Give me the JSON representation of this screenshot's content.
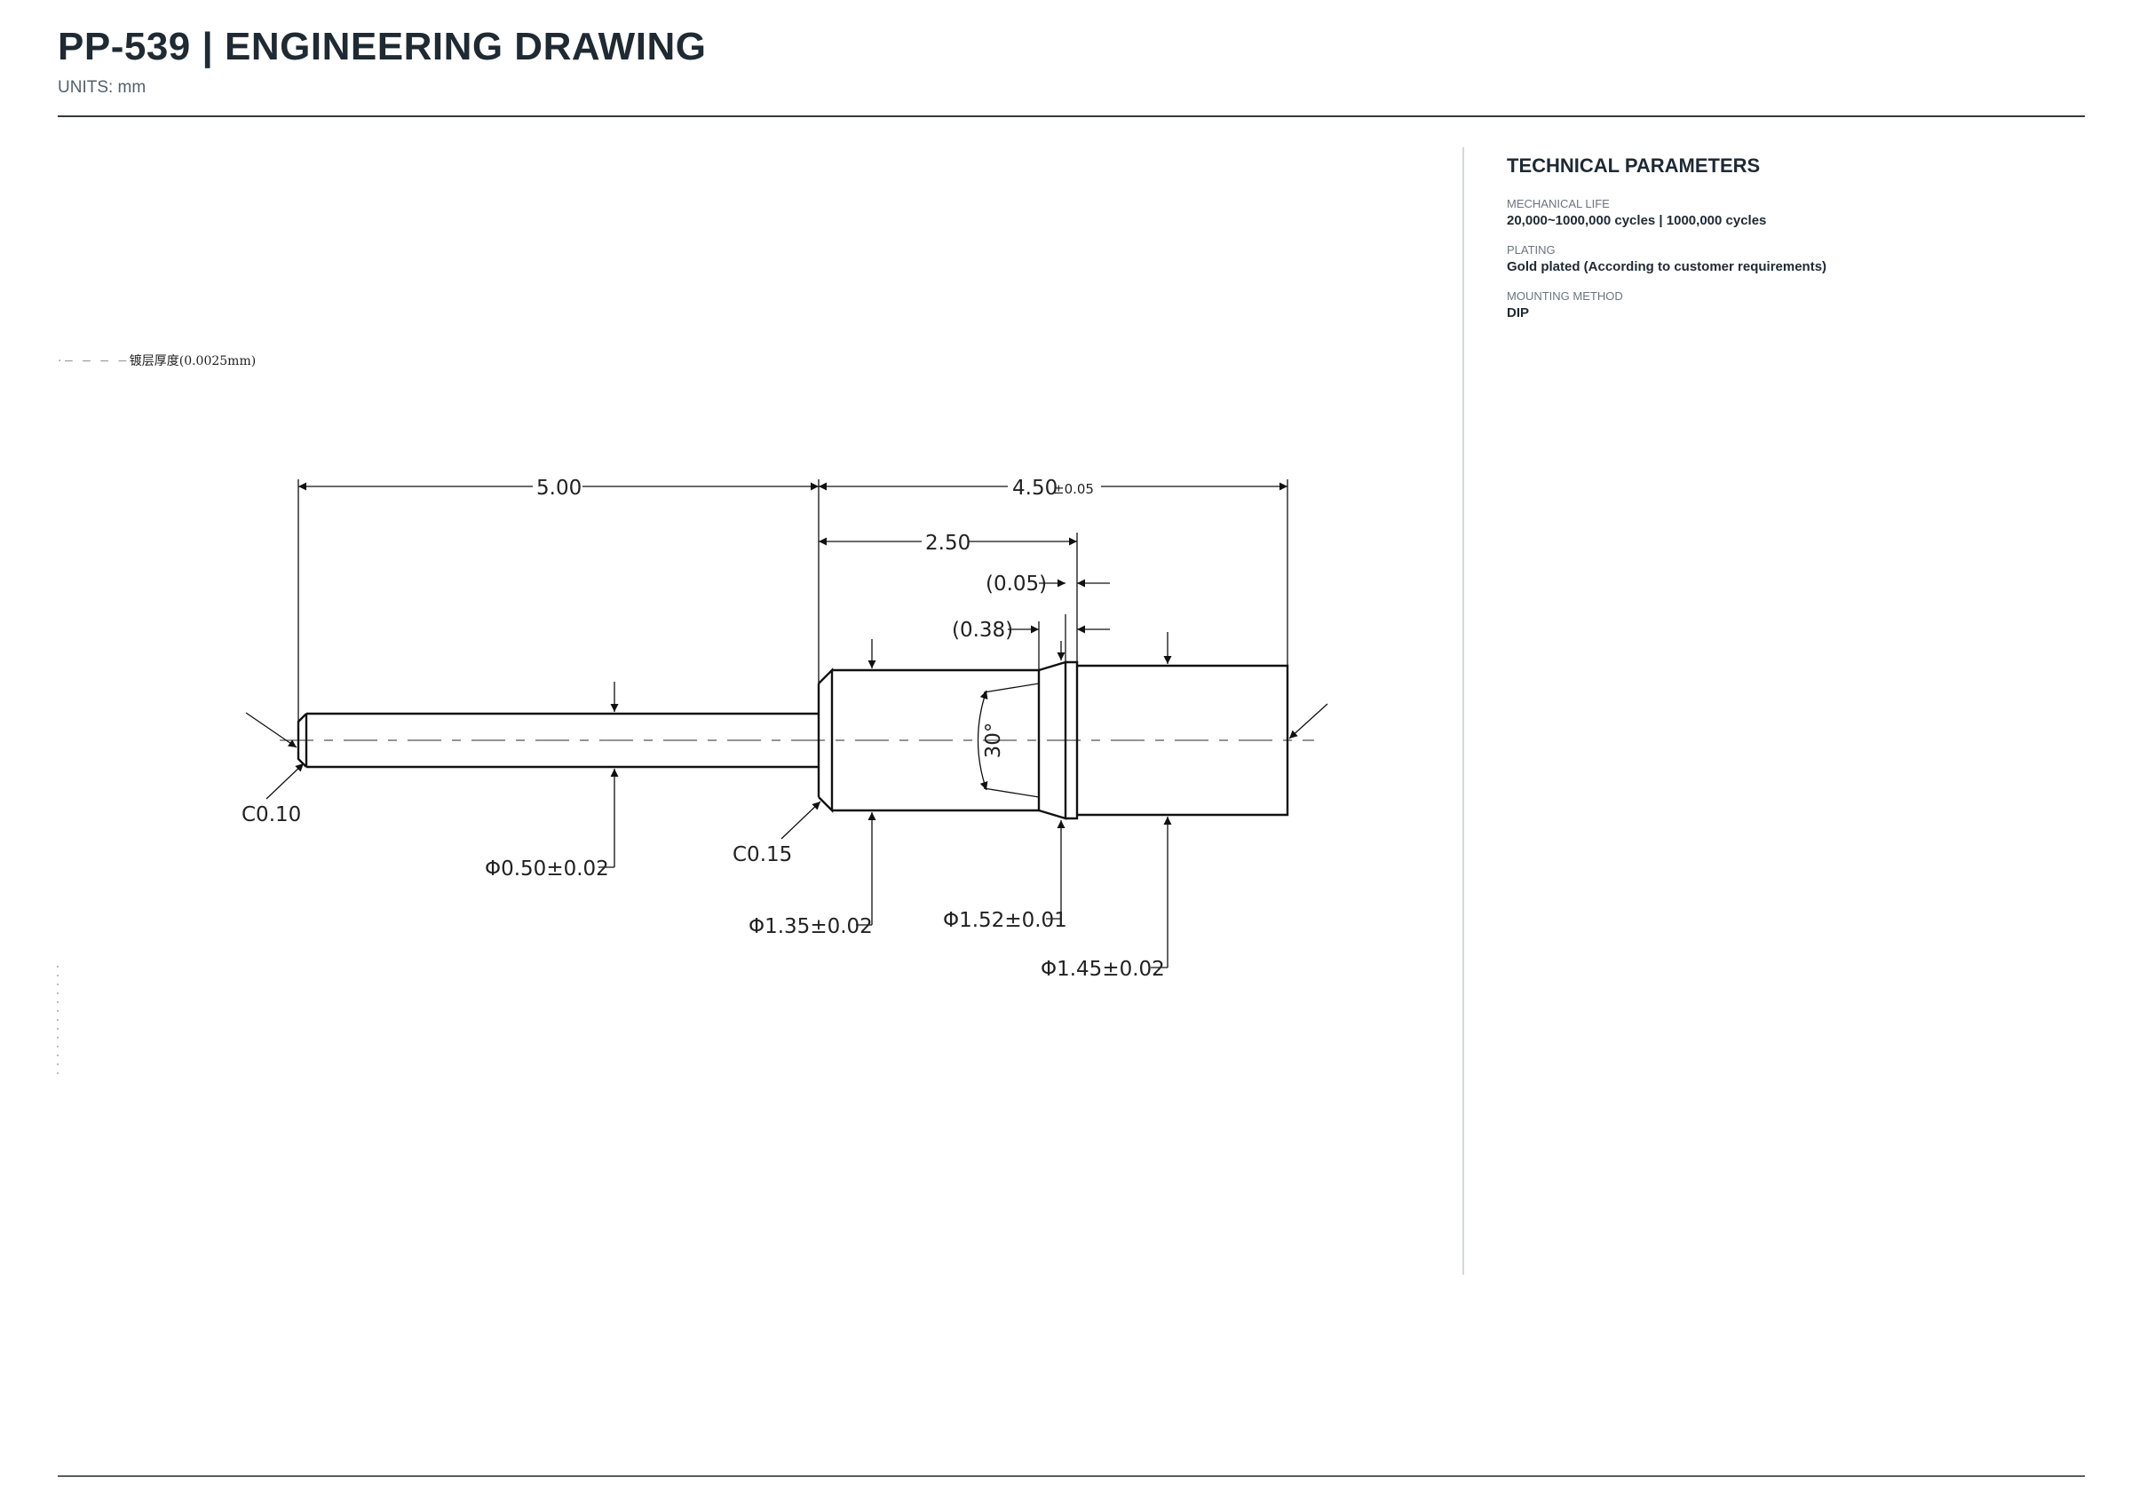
{
  "header": {
    "title": "PP-539  |  ENGINEERING DRAWING",
    "units": "UNITS: mm"
  },
  "parameters": {
    "heading": "TECHNICAL PARAMETERS",
    "items": [
      {
        "label": "MECHANICAL LIFE",
        "value": "20,000~1000,000 cycles | 1000,000 cycles"
      },
      {
        "label": "PLATING",
        "value": "Gold plated (According to customer requirements)"
      },
      {
        "label": "MOUNTING METHOD",
        "value": "DIP"
      }
    ]
  },
  "note": {
    "faint_prefix": "·− − − −",
    "text": "镀层厚度(0.0025mm)"
  },
  "dimensions": {
    "tail_length": "5.00",
    "body_length": "4.50",
    "body_length_tol": "±0.05",
    "collar_length": "2.50",
    "gap_005": "(0.05)",
    "taper_038": "(0.38)",
    "angle": "30°",
    "chamfer_tip": "C0.10",
    "chamfer_step": "C0.15",
    "dia_tail": "Φ0.50±0.02",
    "dia_collar": "Φ1.35±0.02",
    "dia_flange": "Φ1.52±0.01",
    "dia_head": "Φ1.45±0.02"
  }
}
